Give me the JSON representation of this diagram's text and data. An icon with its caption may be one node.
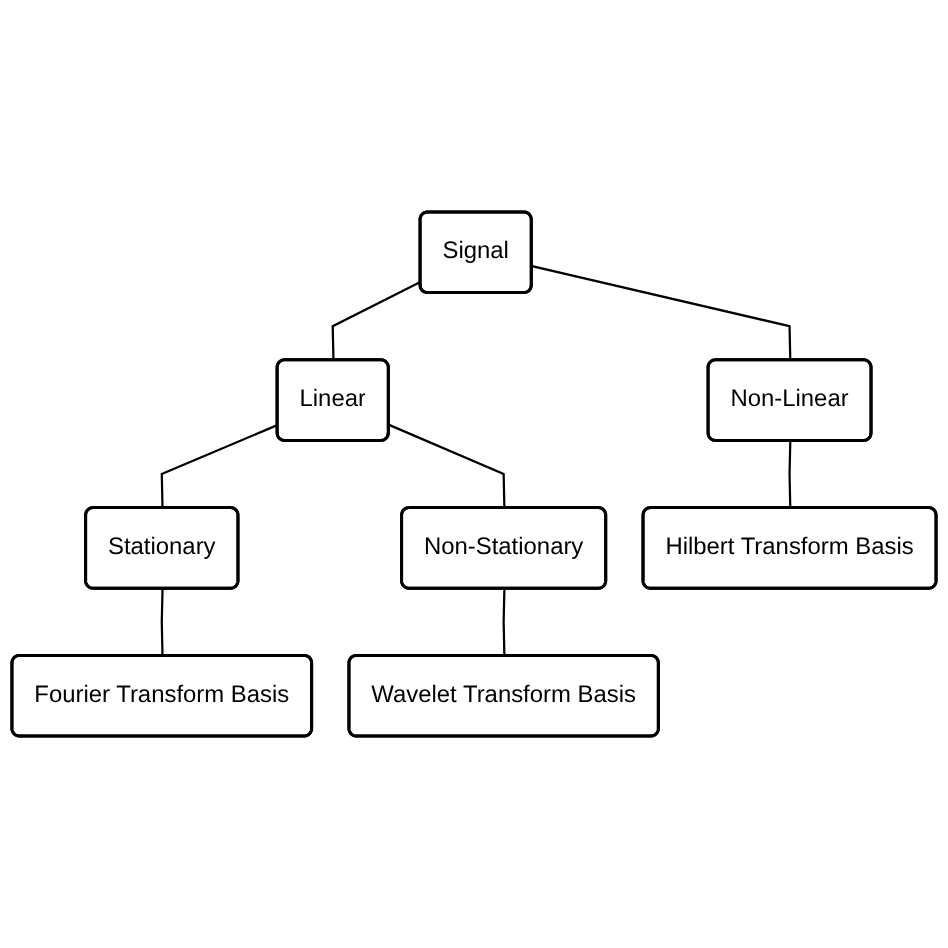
{
  "diagram": {
    "nodes": [
      {
        "text": [
          "Signal"
        ]
      },
      {
        "text": [
          "Linear"
        ]
      },
      {
        "text": [
          "Non-Linear"
        ]
      },
      {
        "text": [
          "Stationary"
        ]
      },
      {
        "text": [
          "Non-Stationary"
        ]
      },
      {
        "text": [
          "Hilbert Transform Basis"
        ]
      },
      {
        "text": [
          "Fourier Transform Basis"
        ]
      },
      {
        "text": [
          "Wavelet Transform Basis"
        ]
      }
    ],
    "edges": [
      {
        "from": 0,
        "to": 1,
        "arrow": "none"
      },
      {
        "from": 0,
        "to": 2,
        "arrow": "none"
      },
      {
        "from": 1,
        "to": 3,
        "arrow": "none"
      },
      {
        "from": 1,
        "to": 4,
        "arrow": "none"
      },
      {
        "from": 2,
        "to": 5,
        "arrow": "none"
      },
      {
        "from": 3,
        "to": 6,
        "arrow": "none"
      },
      {
        "from": 4,
        "to": 7,
        "arrow": "none"
      }
    ]
  }
}
